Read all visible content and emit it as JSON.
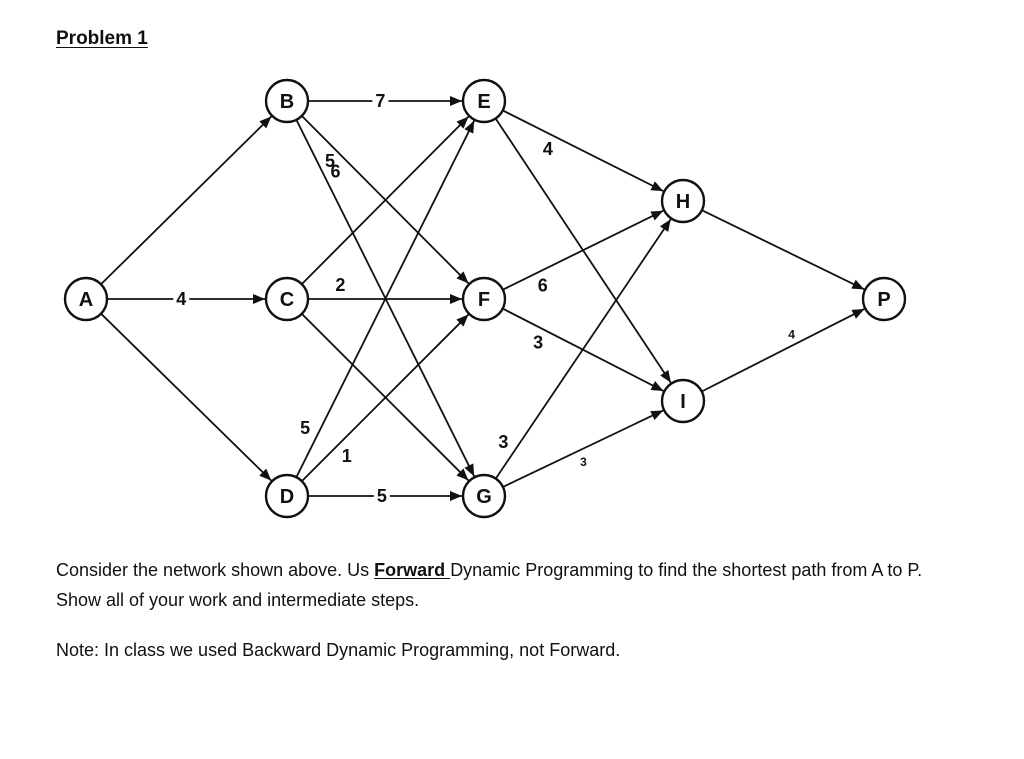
{
  "title": "Problem 1",
  "diagram": {
    "nodes": [
      {
        "id": "A",
        "label": "A"
      },
      {
        "id": "B",
        "label": "B"
      },
      {
        "id": "C",
        "label": "C"
      },
      {
        "id": "D",
        "label": "D"
      },
      {
        "id": "E",
        "label": "E"
      },
      {
        "id": "F",
        "label": "F"
      },
      {
        "id": "G",
        "label": "G"
      },
      {
        "id": "H",
        "label": "H"
      },
      {
        "id": "I",
        "label": "I"
      },
      {
        "id": "P",
        "label": "P"
      }
    ],
    "edges": [
      {
        "from": "A",
        "to": "B",
        "weight": ""
      },
      {
        "from": "A",
        "to": "C",
        "weight": "4"
      },
      {
        "from": "A",
        "to": "D",
        "weight": ""
      },
      {
        "from": "B",
        "to": "E",
        "weight": "7"
      },
      {
        "from": "B",
        "to": "F",
        "weight": "5"
      },
      {
        "from": "B",
        "to": "G",
        "weight": "6"
      },
      {
        "from": "C",
        "to": "E",
        "weight": ""
      },
      {
        "from": "C",
        "to": "F",
        "weight": "2"
      },
      {
        "from": "C",
        "to": "G",
        "weight": ""
      },
      {
        "from": "D",
        "to": "E",
        "weight": "5"
      },
      {
        "from": "D",
        "to": "F",
        "weight": "1"
      },
      {
        "from": "D",
        "to": "G",
        "weight": "5"
      },
      {
        "from": "E",
        "to": "H",
        "weight": "4"
      },
      {
        "from": "E",
        "to": "I",
        "weight": ""
      },
      {
        "from": "F",
        "to": "H",
        "weight": "6"
      },
      {
        "from": "F",
        "to": "I",
        "weight": "3"
      },
      {
        "from": "G",
        "to": "H",
        "weight": "3"
      },
      {
        "from": "G",
        "to": "I",
        "weight": "3"
      },
      {
        "from": "H",
        "to": "P",
        "weight": ""
      },
      {
        "from": "I",
        "to": "P",
        "weight": "4"
      }
    ]
  },
  "text": {
    "p1_before": "Consider the network shown above.  Us ",
    "p1_emphasis": "Forward ",
    "p1_after": "Dynamic Programming to find the shortest path from A to P.  Show all of your work and intermediate steps.",
    "note": "Note: In class we used Backward Dynamic Programming, not Forward."
  }
}
